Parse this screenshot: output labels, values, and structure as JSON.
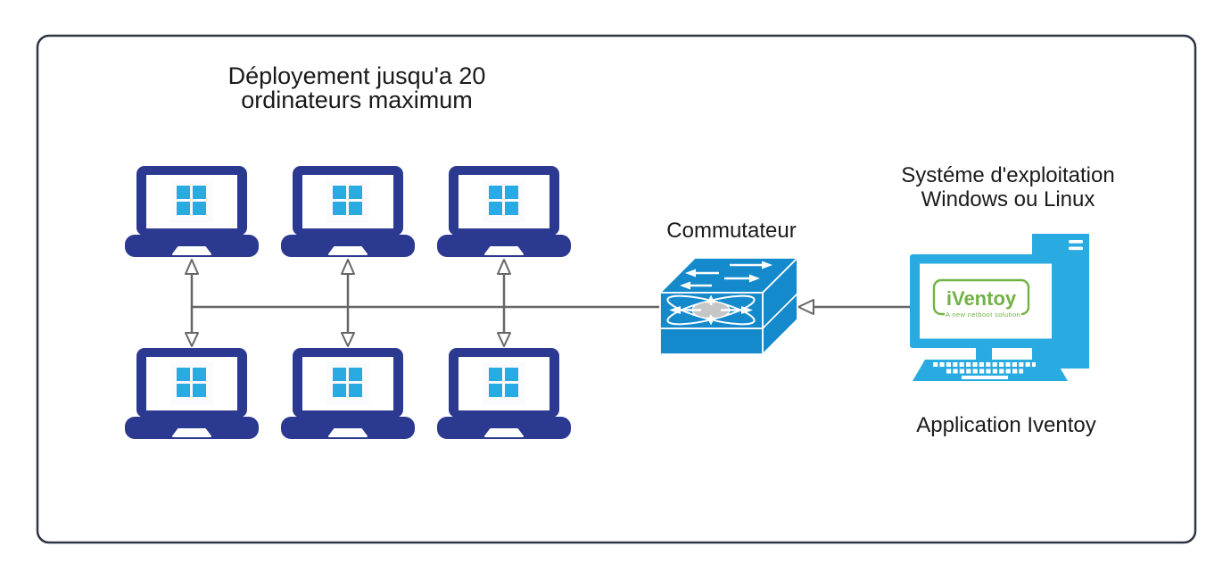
{
  "diagram": {
    "title": {
      "line1": "Déployement jusqu'a 20",
      "line2": "ordinateurs maximum"
    },
    "switch": {
      "label": "Commutateur"
    },
    "server": {
      "os_label_line1": "Systéme d'exploitation",
      "os_label_line2": "Windows ou Linux",
      "app_label": "Application Iventoy",
      "logo_text": "iVentoy",
      "logo_tagline": "A new netboot solution"
    },
    "clients": {
      "count": 6,
      "rows": 2,
      "columns": 3,
      "kind": "Windows laptops"
    }
  },
  "colors": {
    "canvas_border": "#2e3543",
    "laptop_navy": "#2b3990",
    "windows_blue": "#29abe2",
    "switch_blue": "#1489cb",
    "pc_blue": "#29abe2",
    "iventoy_green": "#70b244",
    "connector_gray": "#666666",
    "text_dark": "#1a1a1a"
  }
}
